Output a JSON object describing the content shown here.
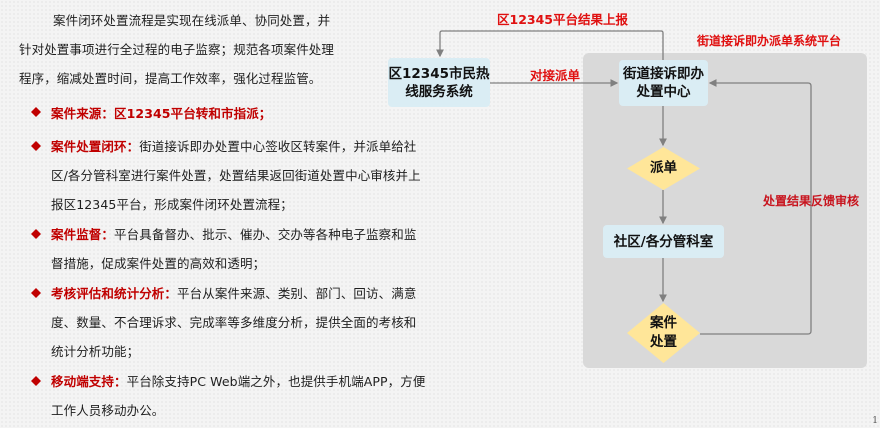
{
  "intro": {
    "lines": [
      "案件闭环处置流程是实现在线派单、协同处置，并",
      "针对处置事项进行全过程的电子监察；规范各项案件处理",
      "程序，缩减处置时间，提高工作效率，强化过程监管。"
    ]
  },
  "bullets": [
    {
      "title": "案件来源：区12345平台转和市指派；",
      "lines": []
    },
    {
      "title": "案件处置闭环：",
      "lines": [
        "街道接诉即办处置中心签收区转案件，并派单给社",
        "区/各分管科室进行案件处置，处置结果返回街道处置中心审核并上",
        "报区12345平台，形成案件闭环处置流程；"
      ]
    },
    {
      "title": "案件监督：",
      "lines": [
        "平台具备督办、批示、催办、交办等各种电子监察和监",
        "督措施，促成案件处置的高效和透明；"
      ]
    },
    {
      "title": "考核评估和统计分析：",
      "lines": [
        "平台从案件来源、类别、部门、回访、满意",
        "度、数量、不合理诉求、完成率等多维度分析，提供全面的考核和",
        "统计分析功能；"
      ]
    },
    {
      "title": "移动端支持：",
      "lines": [
        "平台除支持PC Web端之外，也提供手机端APP，方便",
        "工作人员移动办公。"
      ]
    }
  ],
  "diagram": {
    "top_label": "区12345平台结果上报",
    "platform_label": "街道接诉即办派单系统平台",
    "hotline_box": [
      "区12345市民热",
      "线服务系统"
    ],
    "dispatch_label": "对接派单",
    "center_box": [
      "街道接诉即办",
      "处置中心"
    ],
    "diamond_dispatch": "派单",
    "dept_box": "社区/各分管科室",
    "diamond_handle": [
      "案件",
      "处置"
    ],
    "feedback_label": "处置结果反馈审核"
  },
  "colors": {
    "accent_red": "#c00000",
    "label_red": "#e01010",
    "box_fill": "#daedf4",
    "diamond_fill": "#ffe699",
    "panel_fill": "#d9d9d9",
    "connector": "#808080"
  },
  "page_number": "1"
}
